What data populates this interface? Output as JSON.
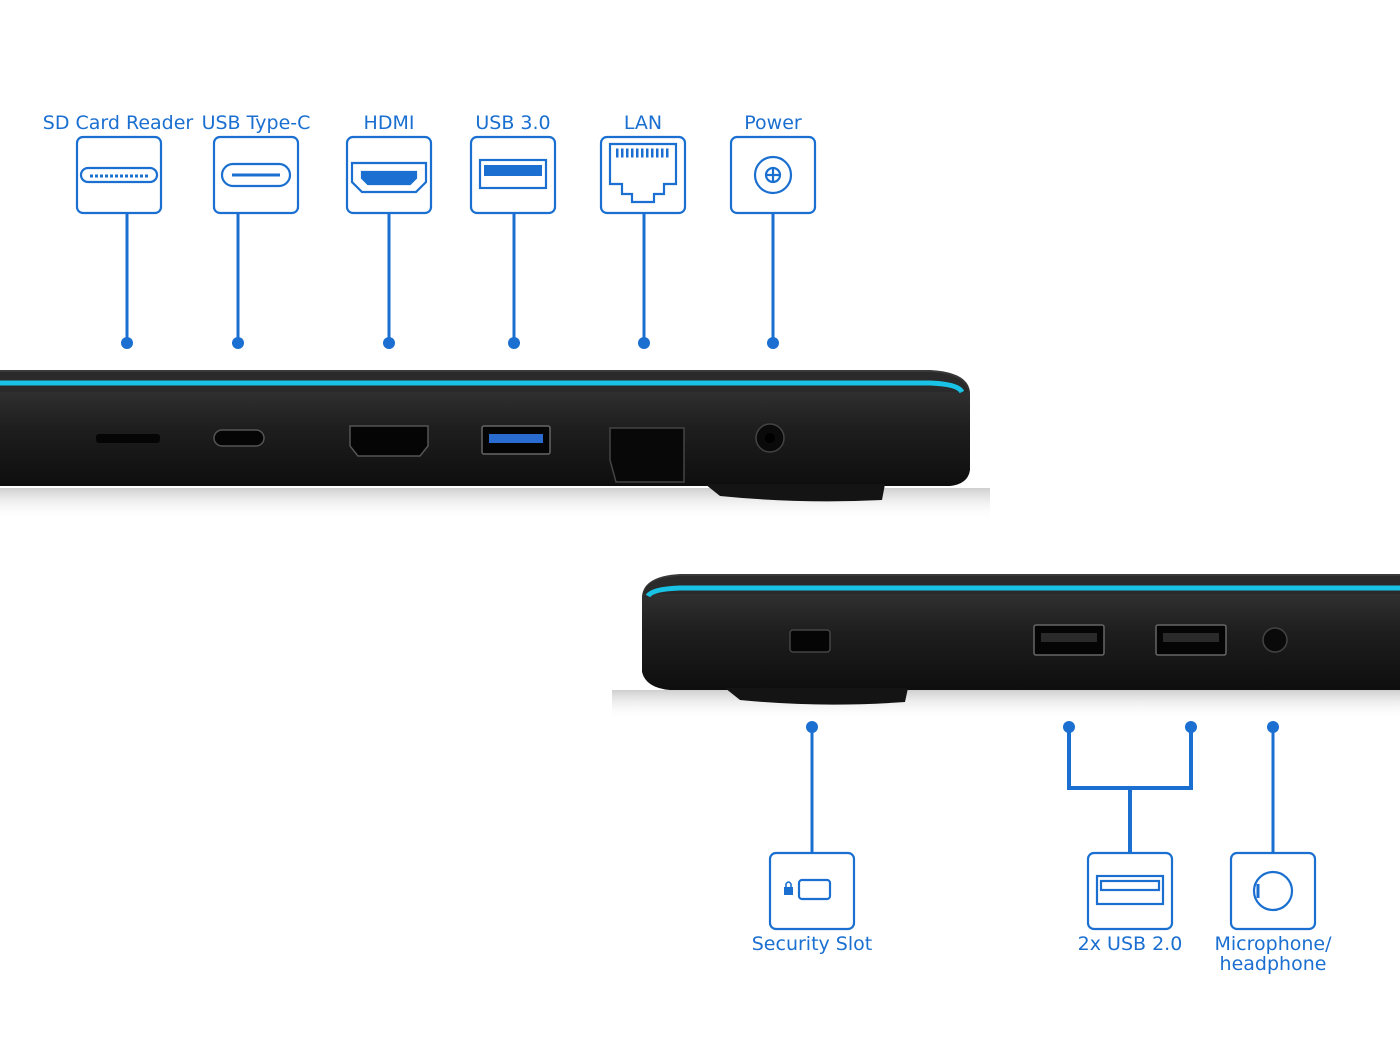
{
  "colors": {
    "accent": "#1a6fd0",
    "laptop_body": "#1c1c1c",
    "trim": "#19c3e6"
  },
  "top_ports": [
    {
      "label": "SD Card Reader",
      "icon": "sd-card-icon"
    },
    {
      "label": "USB Type-C",
      "icon": "usb-c-icon"
    },
    {
      "label": "HDMI",
      "icon": "hdmi-icon"
    },
    {
      "label": "USB 3.0",
      "icon": "usb3-icon"
    },
    {
      "label": "LAN",
      "icon": "lan-icon"
    },
    {
      "label": "Power",
      "icon": "power-icon"
    }
  ],
  "bottom_ports": [
    {
      "label": "Security Slot",
      "icon": "lock-slot-icon"
    },
    {
      "label": "2x USB 2.0",
      "icon": "usb2-icon"
    },
    {
      "label_line1": "Microphone/",
      "label_line2": "headphone",
      "icon": "audio-jack-icon"
    }
  ]
}
